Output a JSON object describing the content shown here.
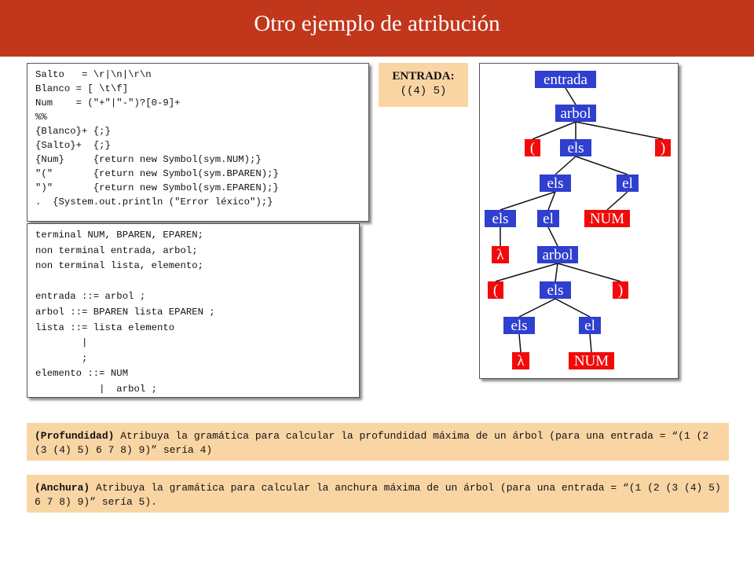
{
  "title": "Otro ejemplo de atribución",
  "lexer_lines": [
    "Salto   = \\r|\\n|\\r\\n",
    "Blanco = [ \\t\\f]",
    "Num    = (\"+\"|\"-\")?[0-9]+",
    "%%",
    "{Blanco}+ {;}",
    "{Salto}+  {;}",
    "{Num}     {return new Symbol(sym.NUM);}",
    "\"(\"       {return new Symbol(sym.BPAREN);}",
    "\")\"       {return new Symbol(sym.EPAREN);}",
    ".  {System.out.println (\"Error léxico\");}"
  ],
  "grammar_lines": [
    "terminal NUM, BPAREN, EPAREN;",
    "non terminal entrada, arbol;",
    "non terminal lista, elemento;",
    "",
    "entrada ::= arbol ;",
    "arbol ::= BPAREN lista EPAREN ;",
    "lista ::= lista elemento",
    "        |",
    "        ;",
    "elemento ::= NUM",
    "           |  arbol ;"
  ],
  "input": {
    "label": "ENTRADA:",
    "value": "((4) 5)"
  },
  "tree": {
    "colors": {
      "nonterminal": "#2f3fd0",
      "terminal": "#f20a0a",
      "edge": "#111111"
    },
    "nodes": [
      {
        "id": "n1",
        "label": "entrada",
        "kind": "nonterminal"
      },
      {
        "id": "n2",
        "label": "arbol",
        "kind": "nonterminal"
      },
      {
        "id": "n3",
        "label": "(",
        "kind": "terminal"
      },
      {
        "id": "n4",
        "label": "els",
        "kind": "nonterminal"
      },
      {
        "id": "n5",
        "label": ")",
        "kind": "terminal"
      },
      {
        "id": "n6",
        "label": "els",
        "kind": "nonterminal"
      },
      {
        "id": "n7",
        "label": "el",
        "kind": "nonterminal"
      },
      {
        "id": "n8",
        "label": "els",
        "kind": "nonterminal"
      },
      {
        "id": "n9",
        "label": "el",
        "kind": "nonterminal"
      },
      {
        "id": "n10",
        "label": "NUM",
        "kind": "terminal"
      },
      {
        "id": "n11",
        "label": "λ",
        "kind": "terminal"
      },
      {
        "id": "n12",
        "label": "arbol",
        "kind": "nonterminal"
      },
      {
        "id": "n13",
        "label": "(",
        "kind": "terminal"
      },
      {
        "id": "n14",
        "label": "els",
        "kind": "nonterminal"
      },
      {
        "id": "n15",
        "label": ")",
        "kind": "terminal"
      },
      {
        "id": "n16",
        "label": "els",
        "kind": "nonterminal"
      },
      {
        "id": "n17",
        "label": "el",
        "kind": "nonterminal"
      },
      {
        "id": "n18",
        "label": "λ",
        "kind": "terminal"
      },
      {
        "id": "n19",
        "label": "NUM",
        "kind": "terminal"
      }
    ],
    "edges": [
      [
        "n1",
        "n2"
      ],
      [
        "n2",
        "n3"
      ],
      [
        "n2",
        "n4"
      ],
      [
        "n2",
        "n5"
      ],
      [
        "n4",
        "n6"
      ],
      [
        "n4",
        "n7"
      ],
      [
        "n6",
        "n8"
      ],
      [
        "n6",
        "n9"
      ],
      [
        "n7",
        "n10"
      ],
      [
        "n8",
        "n11"
      ],
      [
        "n9",
        "n12"
      ],
      [
        "n12",
        "n13"
      ],
      [
        "n12",
        "n14"
      ],
      [
        "n12",
        "n15"
      ],
      [
        "n14",
        "n16"
      ],
      [
        "n14",
        "n17"
      ],
      [
        "n16",
        "n18"
      ],
      [
        "n17",
        "n19"
      ]
    ]
  },
  "tasks": [
    {
      "bold": "(Profundidad)",
      "text": " Atribuya la gramática para calcular la profundidad máxima de un árbol (para una entrada = “(1 (2 (3 (4) 5) 6 7 8) 9)” sería 4)"
    },
    {
      "bold": "(Anchura)",
      "text": " Atribuya la gramática para calcular la anchura máxima de un árbol (para una entrada = “(1 (2 (3 (4) 5) 6 7 8) 9)” sería 5)."
    }
  ]
}
